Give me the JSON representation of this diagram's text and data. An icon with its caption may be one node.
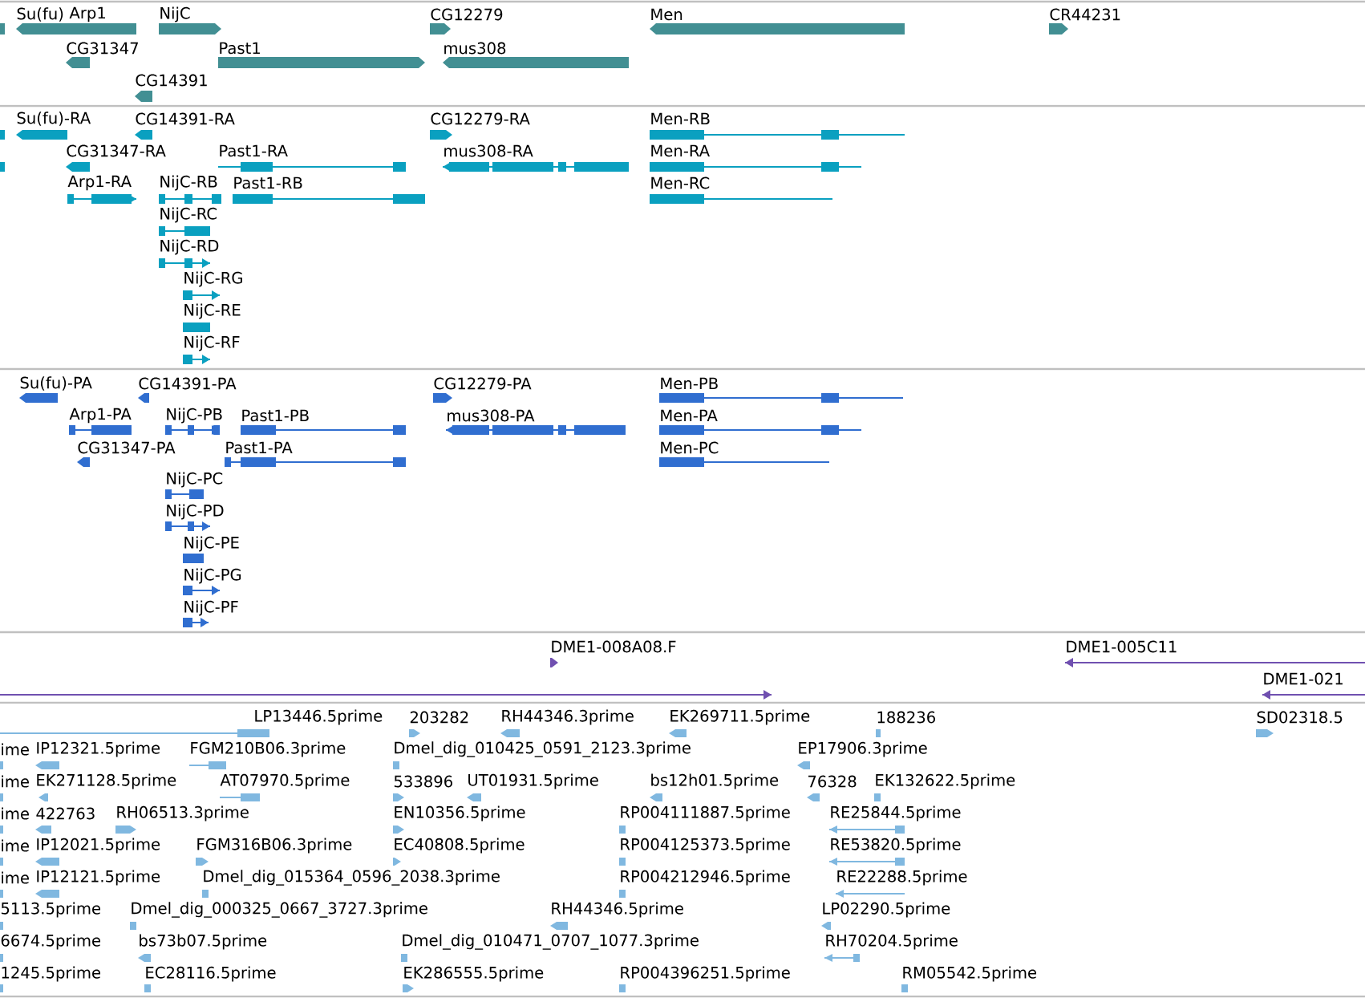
{
  "diagram": {
    "labels": [
      "Su(fu)",
      "Arp1",
      "NijC",
      "CG12279",
      "Men",
      "CR44231",
      "CG31347",
      "Past1",
      "mus308",
      "CG14391",
      "Su(fu)-RA",
      "CG14391-RA",
      "CG12279-RA",
      "Men-RB",
      "CG31347-RA",
      "Past1-RA",
      "mus308-RA",
      "Men-RA",
      "Arp1-RA",
      "NijC-RB",
      "Past1-RB",
      "Men-RC",
      "NijC-RC",
      "NijC-RD",
      "NijC-RG",
      "NijC-RE",
      "NijC-RF",
      "Su(fu)-PA",
      "CG14391-PA",
      "CG12279-PA",
      "Men-PB",
      "Arp1-PA",
      "NijC-PB",
      "Past1-PB",
      "mus308-PA",
      "Men-PA",
      "CG31347-PA",
      "Past1-PA",
      "Men-PC",
      "NijC-PC",
      "NijC-PD",
      "NijC-PE",
      "NijC-PG",
      "NijC-PF",
      "DME1-008A08.F",
      "DME1-005C11",
      "DME1-021",
      "LP13446.5prime",
      "203282",
      "RH44346.3prime",
      "EK269711.5prime",
      "188236",
      "SD02318.5",
      "ime",
      "IP12321.5prime",
      "FGM210B06.3prime",
      "Dmel_dig_010425_0591_2123.3prime",
      "EP17906.3prime",
      "ime",
      "EK271128.5prime",
      "AT07970.5prime",
      "533896",
      "UT01931.5prime",
      "bs12h01.5prime",
      "76328",
      "EK132622.5prime",
      "ime",
      "422763",
      "RH06513.3prime",
      "EN10356.5prime",
      "RP004111887.5prime",
      "RE25844.5prime",
      "ime",
      "IP12021.5prime",
      "FGM316B06.3prime",
      "EC40808.5prime",
      "RP004125373.5prime",
      "RE53820.5prime",
      "ime",
      "IP12121.5prime",
      "Dmel_dig_015364_0596_2038.3prime",
      "RP004212946.5prime",
      "RE22288.5prime",
      "5113.5prime",
      "Dmel_dig_000325_0667_3727.3prime",
      "RH44346.5prime",
      "LP02290.5prime",
      "6674.5prime",
      "bs73b07.5prime",
      "Dmel_dig_010471_0707_1077.3prime",
      "RH70204.5prime",
      "1245.5prime",
      "EC28116.5prime",
      "EK286555.5prime",
      "RP004396251.5prime",
      "RM05542.5prime"
    ]
  }
}
